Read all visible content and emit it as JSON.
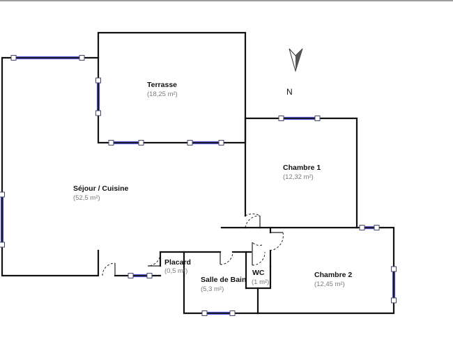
{
  "compass": {
    "letter": "N",
    "icon": "north-arrow-icon"
  },
  "rooms": [
    {
      "id": "terrasse",
      "name": "Terrasse",
      "area": "(18,25 m²)"
    },
    {
      "id": "chambre1",
      "name": "Chambre 1",
      "area": "(12,32 m²)"
    },
    {
      "id": "sejour",
      "name": "Séjour / Cuisine",
      "area": "(52,5 m²)"
    },
    {
      "id": "placard",
      "name": "Placard",
      "area": "(0,5 m²)"
    },
    {
      "id": "salle-de-bain",
      "name": "Salle de Bain",
      "area": "(5,3 m²)"
    },
    {
      "id": "wc",
      "name": "WC",
      "area": "(1 m²)"
    },
    {
      "id": "chambre2",
      "name": "Chambre 2",
      "area": "(12,45 m²)"
    }
  ],
  "colors": {
    "wall": "#111111",
    "window": "#5a5ad6",
    "area_text": "#7a7a7a"
  }
}
